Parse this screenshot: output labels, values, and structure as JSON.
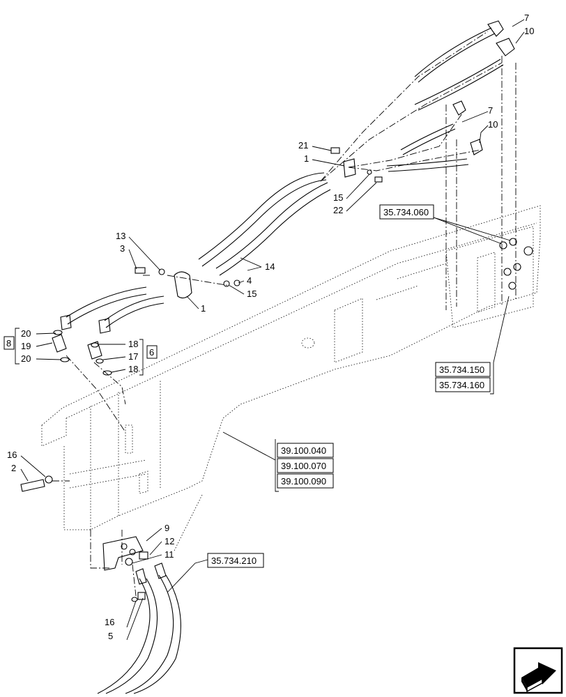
{
  "callouts": {
    "c7a": "7",
    "c10a": "10",
    "c7b": "7",
    "c10b": "10",
    "c21": "21",
    "c1a": "1",
    "c15a": "15",
    "c22": "22",
    "c13": "13",
    "c3": "3",
    "c14": "14",
    "c4": "4",
    "c15b": "15",
    "c1b": "1",
    "c20a": "20",
    "c19": "19",
    "c20b": "20",
    "c8": "8",
    "c18a": "18",
    "c17": "17",
    "c18b": "18",
    "c6": "6",
    "c16a": "16",
    "c2": "2",
    "c9": "9",
    "c12": "12",
    "c11": "11",
    "c16b": "16",
    "c5": "5"
  },
  "refs": {
    "r1": "35.734.060",
    "r2": "35.734.150",
    "r3": "35.734.160",
    "r4": "39.100.040",
    "r5": "39.100.070",
    "r6": "39.100.090",
    "r7": "35.734.210"
  },
  "icons": {
    "nav": "next-page-arrow-icon"
  }
}
